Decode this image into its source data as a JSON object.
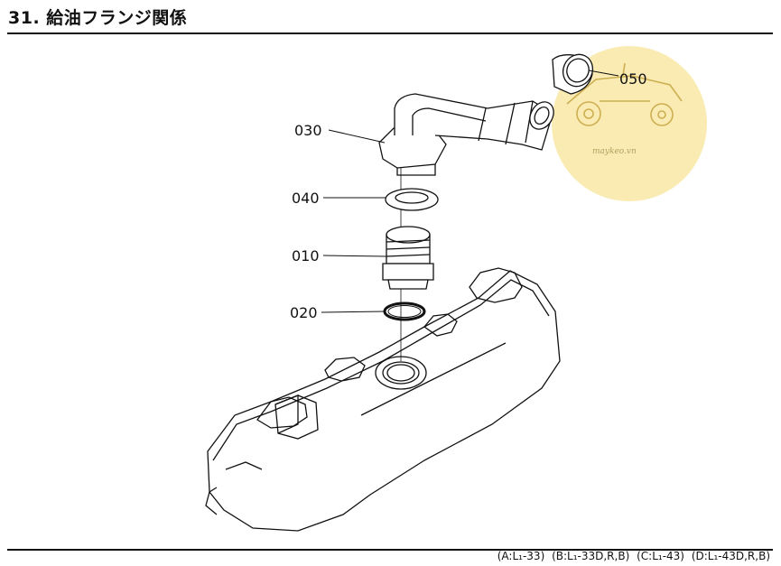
{
  "title": "31. 給油フランジ関係",
  "parts": [
    {
      "label": "030"
    },
    {
      "label": "040"
    },
    {
      "label": "010"
    },
    {
      "label": "020"
    },
    {
      "label": "050"
    }
  ],
  "footer": {
    "models": [
      "(A:L₁-33)",
      "(B:L₁-33D,R,B)",
      "(C:L₁-43)",
      "(D:L₁-43D,R,B)"
    ]
  },
  "watermark": {
    "text": "maykeo.vn",
    "color": "#f6e08a"
  }
}
